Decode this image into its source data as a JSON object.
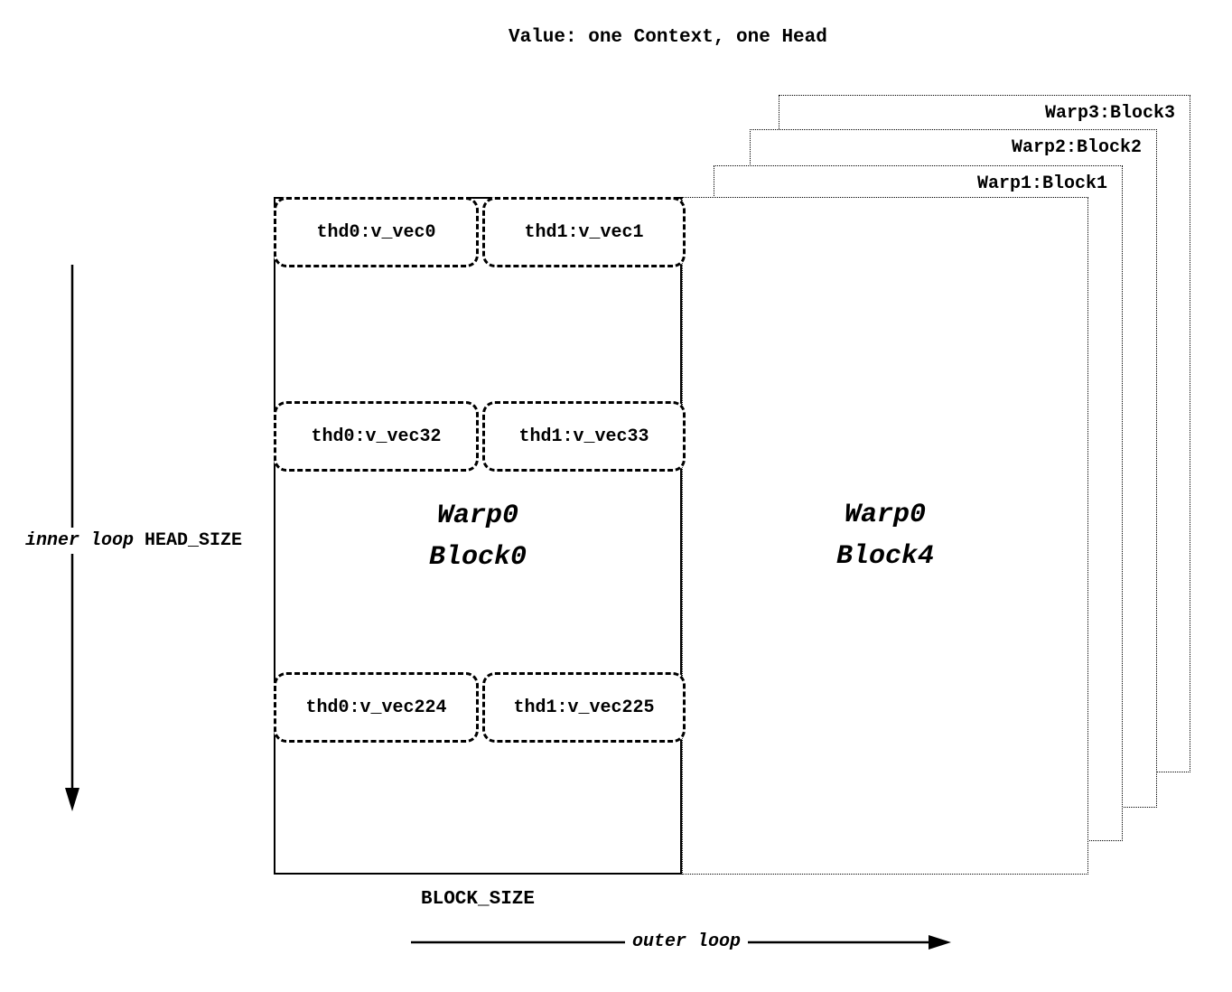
{
  "title": "Value: one Context, one Head",
  "arrows": {
    "inner_loop_label": "inner loop",
    "head_size_label": "HEAD_SIZE",
    "block_size_label": "BLOCK_SIZE",
    "outer_loop_label": "outer loop"
  },
  "main_block": {
    "title_line1": "Warp0",
    "title_line2": "Block0",
    "thread_rows": [
      {
        "left": "thd0:v_vec0",
        "right": "thd1:v_vec1"
      },
      {
        "left": "thd0:v_vec32",
        "right": "thd1:v_vec33"
      },
      {
        "left": "thd0:v_vec224",
        "right": "thd1:v_vec225"
      }
    ]
  },
  "front_block": {
    "title_line1": "Warp0",
    "title_line2": "Block4"
  },
  "back_blocks": [
    {
      "label": "Warp1:Block1"
    },
    {
      "label": "Warp2:Block2"
    },
    {
      "label": "Warp3:Block3"
    }
  ],
  "colors": {
    "stroke": "#000000",
    "background": "#ffffff"
  }
}
